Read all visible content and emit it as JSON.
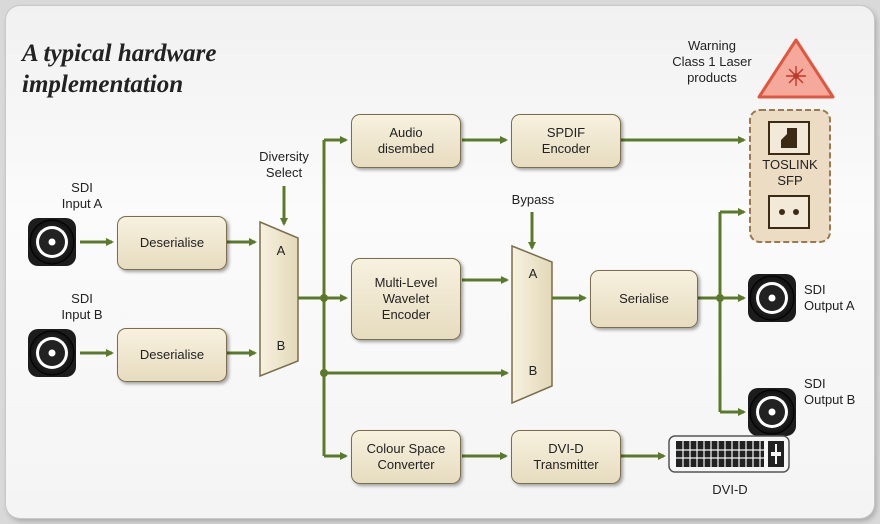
{
  "title": "A typical hardware\nimplementation",
  "warning": "Warning\nClass 1 Laser\nproducts",
  "inputs": {
    "a": "SDI\nInput A",
    "b": "SDI\nInput B"
  },
  "outputs": {
    "a": "SDI\nOutput A",
    "b": "SDI\nOutput B"
  },
  "controls": {
    "diversity": "Diversity\nSelect",
    "bypass": "Bypass"
  },
  "blocks": {
    "deserialise_a": "Deserialise",
    "deserialise_b": "Deserialise",
    "audio": "Audio\ndisembed",
    "spdif": "SPDIF\nEncoder",
    "wavelet": "Multi-Level\nWavelet\nEncoder",
    "serialise": "Serialise",
    "colour": "Colour Space\nConverter",
    "dvi_tx": "DVI-D\nTransmitter"
  },
  "mux": {
    "a": "A",
    "b": "B"
  },
  "toslink": "TOSLINK\nSFP",
  "dvi_connector": "DVI-D",
  "colors": {
    "arrow": "#5a7a2a",
    "box_border": "#7a6e4c",
    "box_fill": "#ece3c8"
  }
}
